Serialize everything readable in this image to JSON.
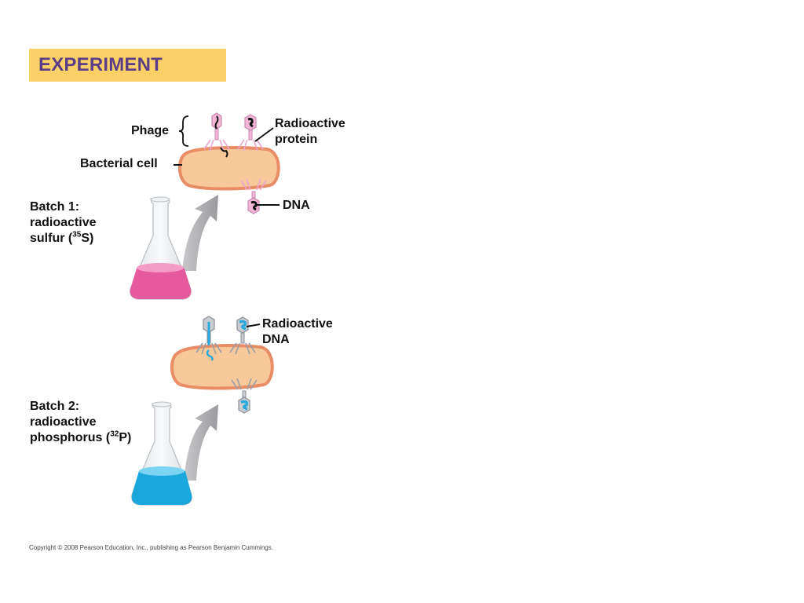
{
  "title": "EXPERIMENT",
  "labels": {
    "phage": "Phage",
    "bacterial_cell": "Bacterial cell",
    "radioactive_protein_line1": "Radioactive",
    "radioactive_protein_line2": "protein",
    "dna": "DNA",
    "radioactive_dna_line1": "Radioactive",
    "radioactive_dna_line2": "DNA"
  },
  "batch1": {
    "line1": "Batch 1:",
    "line2": "radioactive",
    "line3_prefix": "sulfur (",
    "isotope_mass": "35",
    "element": "S",
    "suffix": ")"
  },
  "batch2": {
    "line1": "Batch 2:",
    "line2": "radioactive",
    "line3_prefix": "phosphorus (",
    "isotope_mass": "32",
    "element": "P",
    "suffix": ")"
  },
  "copyright": "Copyright © 2008 Pearson Education, Inc., publishing as Pearson Benjamin Cummings.",
  "colors": {
    "banner": "#fbd067",
    "title_text": "#5b3e86",
    "protein_label": "#e9a6cf",
    "dna_label": "#29a9dc",
    "flask_pink": "#e45a9c",
    "flask_blue": "#19a7dc",
    "cell_fill": "#f7c99a",
    "cell_outline": "#e88d66",
    "arrow": "#a9a9ad"
  }
}
